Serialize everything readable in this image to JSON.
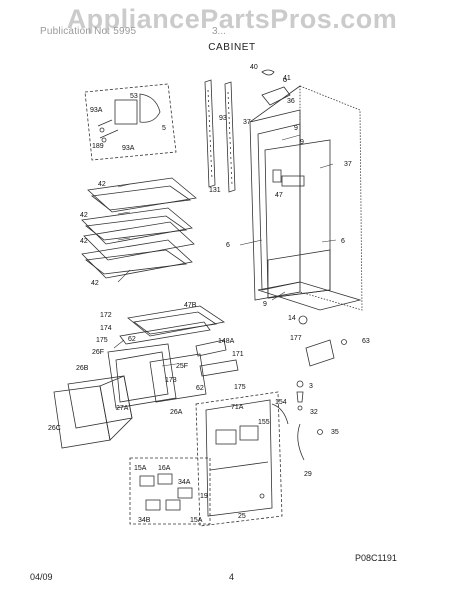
{
  "header": {
    "left_text": "Publication No: 5995",
    "right_text": "3...",
    "section_title": "CABINET"
  },
  "watermark": "AppliancePartsPros.com",
  "footer": {
    "date": "04/09",
    "page_number": "4",
    "diagram_code": "P08C1191"
  },
  "callouts": [
    "40",
    "41",
    "36",
    "37",
    "9",
    "9",
    "37",
    "93",
    "131",
    "47",
    "6",
    "6",
    "9",
    "42",
    "42",
    "42",
    "42",
    "93A",
    "5",
    "53",
    "189",
    "93A",
    "47B",
    "172",
    "174",
    "175",
    "26F",
    "62",
    "148A",
    "171",
    "25F",
    "173",
    "26B",
    "27A",
    "26A",
    "62",
    "175",
    "26C",
    "14",
    "177",
    "63",
    "3",
    "32",
    "154",
    "71A",
    "155",
    "35",
    "29",
    "15A",
    "16A",
    "34A",
    "19",
    "25",
    "34B",
    "15A"
  ],
  "colors": {
    "line": "#333333",
    "watermark": "#a0a0a0"
  }
}
